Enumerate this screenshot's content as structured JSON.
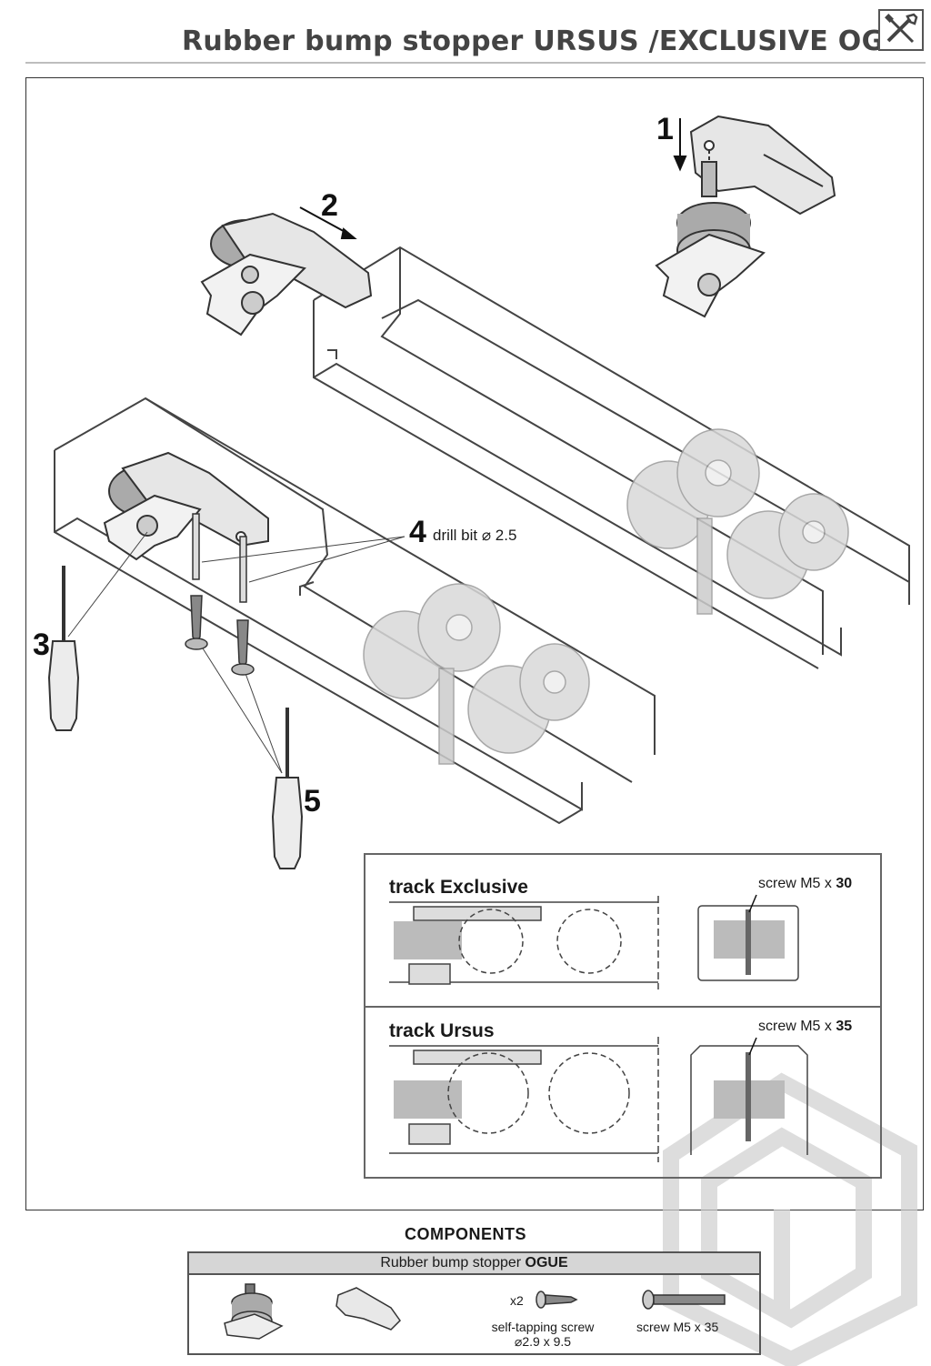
{
  "header": {
    "title": "Rubber bump stopper URSUS /EXCLUSIVE OGUE",
    "icon": "tools-icon"
  },
  "steps": {
    "s1": "1",
    "s2": "2",
    "s3": "3",
    "s4": "4",
    "s5": "5",
    "drill_note": "drill bit ⌀ 2.5"
  },
  "details": {
    "exclusive": {
      "label": "track Exclusive",
      "screw_prefix": "screw M5 x ",
      "screw_length": "30"
    },
    "ursus": {
      "label": "track Ursus",
      "screw_prefix": "screw M5 x ",
      "screw_length": "35"
    }
  },
  "components": {
    "title": "COMPONENTS",
    "header_prefix": "Rubber bump stopper ",
    "header_bold": "OGUE",
    "qty": "x2",
    "self_tap_line1": "self-tapping screw",
    "self_tap_line2": "⌀2.9 x 9.5",
    "m5_screw": "screw M5 x 35"
  },
  "colors": {
    "line": "#333333",
    "fill_gray": "#bdbdbd",
    "watermark": "#cfcfcf"
  }
}
